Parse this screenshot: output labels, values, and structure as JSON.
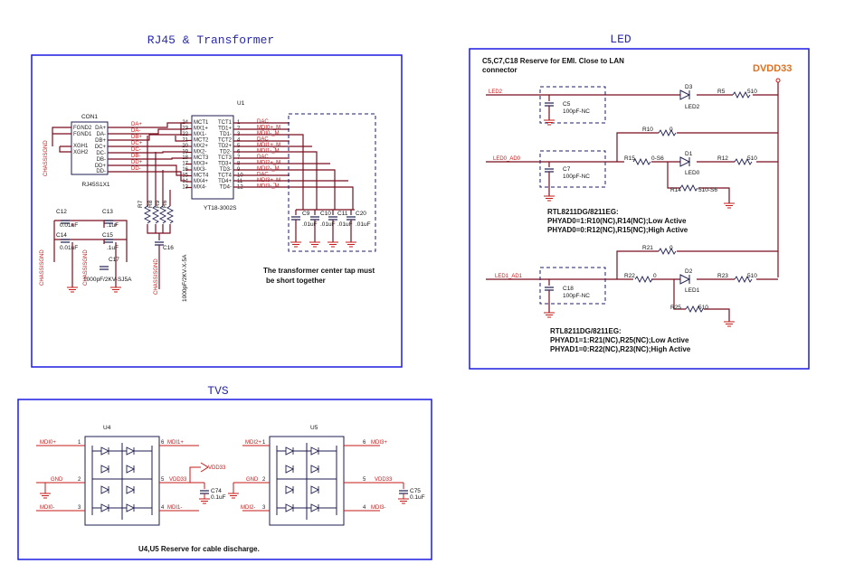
{
  "sections": {
    "rj45": {
      "title": "RJ45 & Transformer"
    },
    "led": {
      "title": "LED"
    },
    "tvs": {
      "title": "TVS"
    }
  },
  "rj45": {
    "con_ref": "CON1",
    "con_part": "RJ45S1X1",
    "con_left_pins": [
      "FGND2",
      "FGND1",
      "XGH1",
      "XGH2"
    ],
    "con_right_pins": [
      "DA+",
      "DA-",
      "DB+",
      "DC+",
      "DC-",
      "DB-",
      "DD+",
      "DD-"
    ],
    "con_nets": [
      "DA+",
      "DA-",
      "DB+",
      "DC+",
      "DC-",
      "DB-",
      "DD+",
      "DD-"
    ],
    "u1_ref": "U1",
    "u1_part": "YT18-3002S",
    "u1_left_pins": [
      "MCT1",
      "MX1+",
      "MX1-",
      "MCT2",
      "MX2+",
      "MX2-",
      "MCT3",
      "MX3+",
      "MX3-",
      "MCT4",
      "MX4+",
      "MX4-"
    ],
    "u1_left_nums": [
      "24",
      "23",
      "22",
      "21",
      "20",
      "19",
      "18",
      "17",
      "16",
      "15",
      "14",
      "13"
    ],
    "u1_right_pins": [
      "TCT1",
      "TD1+",
      "TD1-",
      "TCT2",
      "TD2+",
      "TD2-",
      "TCT3",
      "TD3+",
      "TD3-",
      "TCT4",
      "TD4+",
      "TD4-"
    ],
    "u1_right_nums": [
      "1",
      "2",
      "3",
      "4",
      "5",
      "6",
      "7",
      "8",
      "9",
      "10",
      "11",
      "12"
    ],
    "u1_nets": [
      "DAC",
      "MDI0+_M",
      "MDI0-_M",
      "DAC",
      "MDI1+_M",
      "MDI1-_M",
      "DAC",
      "MDI2+_M",
      "MDI2-_M",
      "DAC",
      "MDI3+_M",
      "MDI3-_M"
    ],
    "caps_right": [
      {
        "ref": "C9",
        "value": ".01uF"
      },
      {
        "ref": "C10",
        "value": ".01uF"
      },
      {
        "ref": "C11",
        "value": ".01uF"
      },
      {
        "ref": "C20",
        "value": ".01uF"
      }
    ],
    "caps_left": [
      {
        "ref": "C12",
        "value": "0.01uF"
      },
      {
        "ref": "C13",
        "value": ".1uF"
      },
      {
        "ref": "C14",
        "value": "0.01uF"
      },
      {
        "ref": "C15",
        "value": ".1uF"
      },
      {
        "ref": "C17",
        "value": "1000pF/2KV-SJ5A"
      }
    ],
    "c16": {
      "ref": "C16",
      "value": "1000pF/2KV-X-5A"
    },
    "resistors": [
      "R7",
      "R8",
      "R9",
      "R6"
    ],
    "chassis": [
      "CHASSISGND",
      "CHASSISGND",
      "CHASSISGND",
      "CHASSISGND"
    ],
    "note_line1": "The transformer center tap must",
    "note_line2": "be short together"
  },
  "led": {
    "note_line1": "C5,C7,C18 Reserve for EMI. Close to LAN",
    "note_line2": "connector",
    "power": "DVDD33",
    "nets": [
      "LED2",
      "LED0_AD0",
      "LED1_AD1"
    ],
    "caps": [
      {
        "ref": "C5",
        "value": "100pF-NC"
      },
      {
        "ref": "C7",
        "value": "100pF-NC"
      },
      {
        "ref": "C18",
        "value": "100pF-NC"
      }
    ],
    "diodes": [
      "D3",
      "LED2",
      "D1",
      "LED0",
      "D2",
      "LED1"
    ],
    "resistors": [
      {
        "ref": "R5",
        "value": "510"
      },
      {
        "ref": "R10",
        "value": "0"
      },
      {
        "ref": "R15",
        "value": "0-S6"
      },
      {
        "ref": "R12",
        "value": "510"
      },
      {
        "ref": "R14",
        "value": "510-S6"
      },
      {
        "ref": "R21",
        "value": "0"
      },
      {
        "ref": "R22",
        "value": "0"
      },
      {
        "ref": "R23",
        "value": "510"
      },
      {
        "ref": "R25",
        "value": "510"
      }
    ],
    "config0": [
      "RTL8211DG/8211EG:",
      "PHYAD0=1:R10(NC),R14(NC);Low Active",
      "PHYAD0=0:R12(NC),R15(NC);High Active"
    ],
    "config1": [
      "RTL8211DG/8211EG:",
      "PHYAD1=1:R21(NC),R25(NC);Low Active",
      "PHYAD1=0:R22(NC),R23(NC);High Active"
    ]
  },
  "tvs": {
    "u4": {
      "ref": "U4",
      "nets_left": [
        "MDI0+",
        "GND",
        "MDI0-"
      ],
      "nets_right": [
        "MDI1+",
        "VDD33",
        "MDI1-"
      ],
      "cap": {
        "ref": "C74",
        "value": "0.1uF"
      },
      "power": "VDD33"
    },
    "u5": {
      "ref": "U5",
      "nets_left": [
        "MDI2+",
        "GND",
        "MDI2-"
      ],
      "nets_right": [
        "MDI3+",
        "VDD33",
        "MDI3-"
      ],
      "cap": {
        "ref": "C75",
        "value": "0.1uF"
      }
    },
    "pin_nums_left": [
      "1",
      "2",
      "3"
    ],
    "pin_nums_right": [
      "6",
      "5",
      "4"
    ],
    "note": "U4,U5 Reserve for cable discharge."
  }
}
